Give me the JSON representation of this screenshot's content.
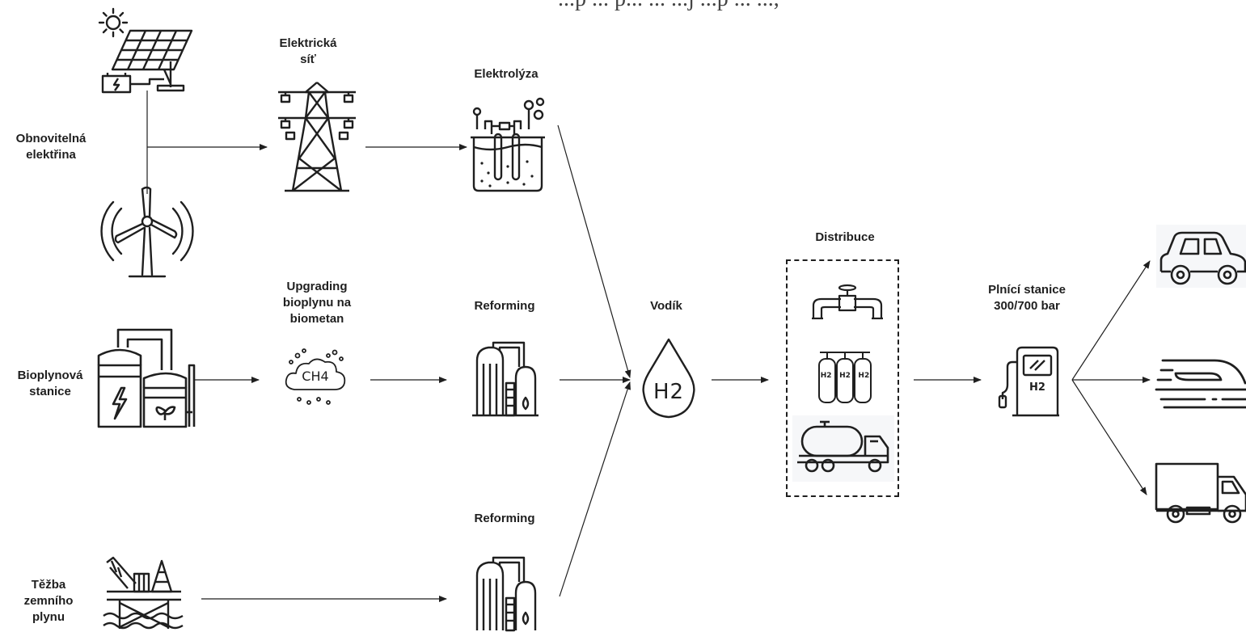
{
  "header_fragment": "...p ... p... ... ...j ...p ... ...,",
  "labels": {
    "renewable": "Obnovitelná\nelektřina",
    "grid": "Elektrická\nsíť",
    "electrolysis": "Elektrolýza",
    "upgrading": "Upgrading\nbioplynu na\nbiometan",
    "reforming_top": "Reforming",
    "hydrogen": "Vodík",
    "distribution": "Distribuce",
    "station": "Plnící stanice\n300/700 bar",
    "biogas": "Bioplynová\nstanice",
    "reforming_bottom": "Reforming",
    "gas_mining": "Těžba\nzemního\nplynu"
  },
  "icon_text": {
    "ch4": "CH4",
    "h2_drop": "H2",
    "h2_pump": "H2",
    "h2_tank": "H2"
  },
  "colors": {
    "stroke": "#1f1f1f",
    "text": "#1f1f1f",
    "panel": "#f6f7f9"
  }
}
